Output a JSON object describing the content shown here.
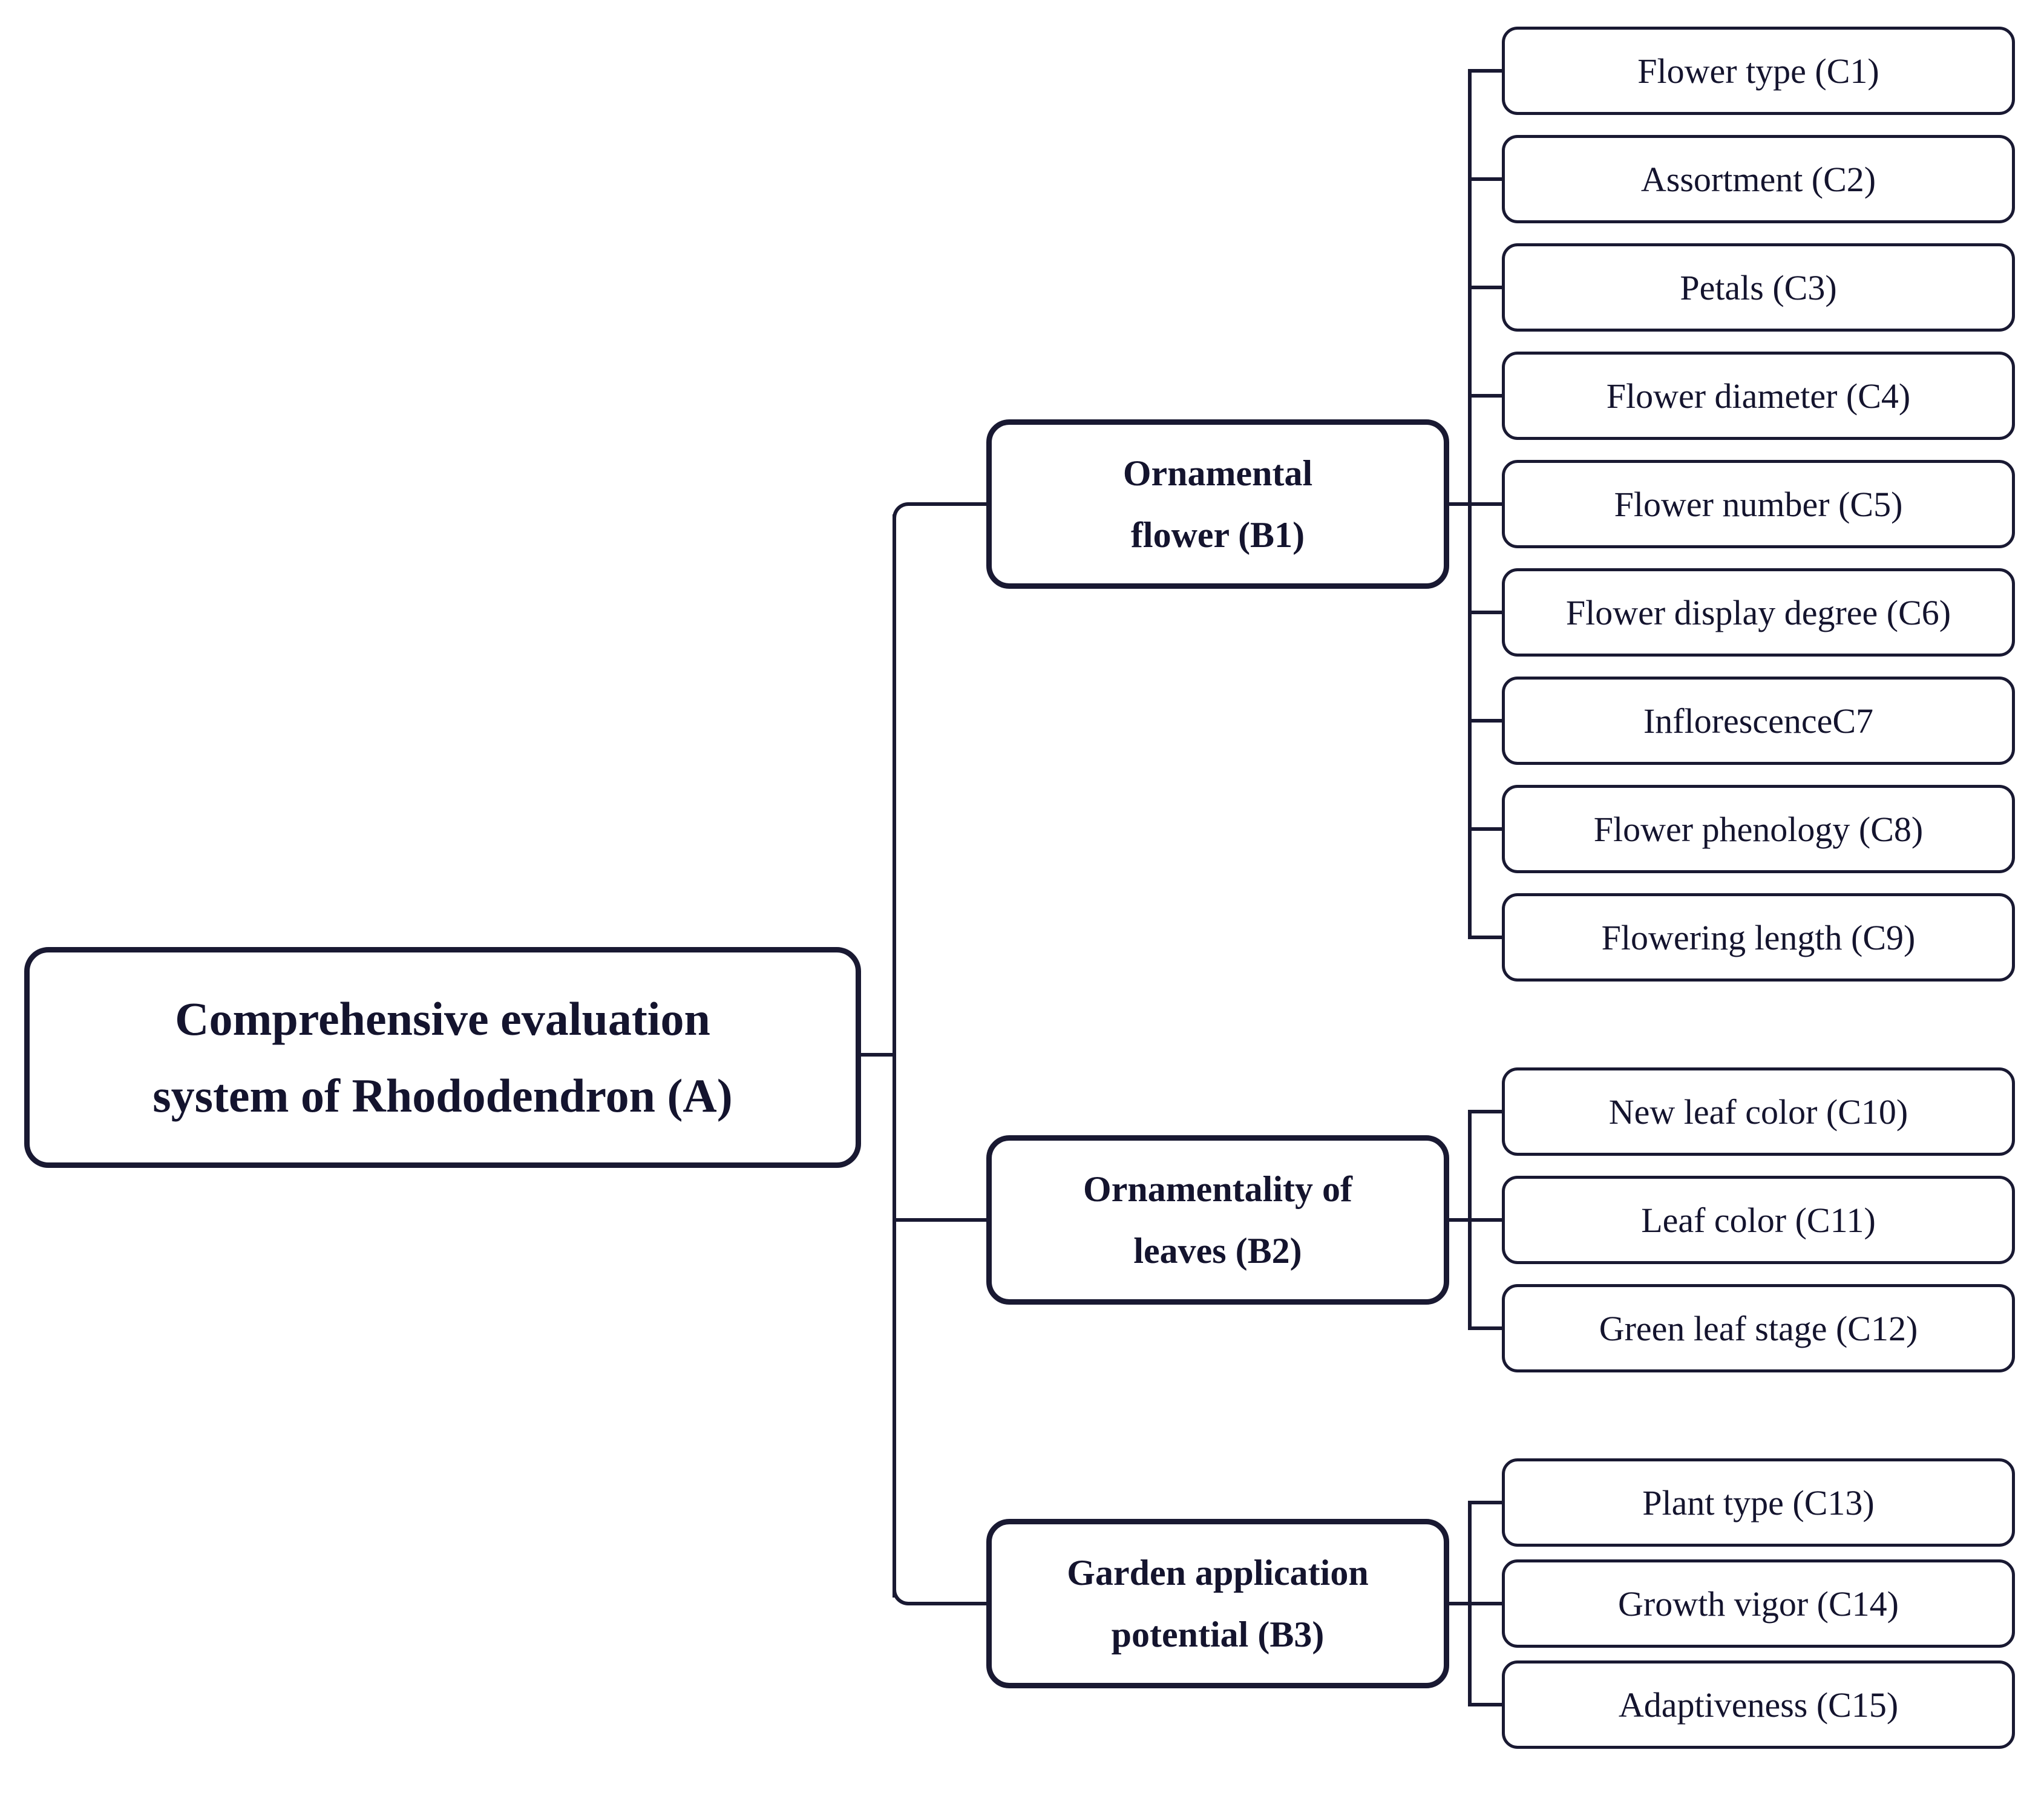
{
  "figure": {
    "type": "hierarchy-diagram",
    "levels": [
      "goal (A)",
      "criteria (B)",
      "indicators (C)"
    ]
  },
  "root": {
    "label_line1": "Comprehensive evaluation",
    "label_line2": "system of Rhododendron (A)"
  },
  "branches": [
    {
      "id": "B1",
      "label_line1": "Ornamental",
      "label_line2": "flower (B1)",
      "children": [
        "Flower type (C1)",
        "Assortment (C2)",
        "Petals (C3)",
        "Flower diameter (C4)",
        "Flower number (C5)",
        "Flower display degree (C6)",
        "InflorescenceC7",
        "Flower phenology (C8)",
        "Flowering length (C9)"
      ]
    },
    {
      "id": "B2",
      "label_line1": "Ornamentality of",
      "label_line2": "leaves (B2)",
      "children": [
        "New leaf color (C10)",
        "Leaf color (C11)",
        "Green leaf stage (C12)"
      ]
    },
    {
      "id": "B3",
      "label_line1": "Garden application",
      "label_line2": "potential (B3)",
      "children": [
        "Plant type (C13)",
        "Growth vigor (C14)",
        "Adaptiveness (C15)"
      ]
    }
  ],
  "colors": {
    "line": "#191932",
    "text": "#14142e",
    "box_fill": "#ffffff",
    "background": "#ffffff"
  }
}
